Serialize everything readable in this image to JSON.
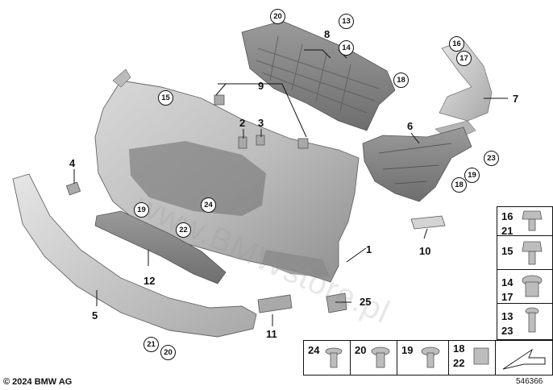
{
  "watermark": "www.BMWstore.pl",
  "copyright": "© 2024 BMW AG",
  "image_number": "546366",
  "callouts": {
    "c1": "1",
    "c2": "2",
    "c3": "3",
    "c4": "4",
    "c5": "5",
    "c6": "6",
    "c7": "7",
    "c8": "8",
    "c9": "9",
    "c10": "10",
    "c11": "11",
    "c12": "12",
    "c25": "25"
  },
  "circled": {
    "c20a": "20",
    "c13a": "13",
    "c14a": "14",
    "c18a": "18",
    "c16a": "16",
    "c17a": "17",
    "c15a": "15",
    "c24a": "24",
    "c19a": "19",
    "c22a": "22",
    "c18b": "18",
    "c19b": "19",
    "c23a": "23",
    "c21a": "21",
    "c20b": "20"
  },
  "legend": {
    "r1a": "16",
    "r1b": "21",
    "r2a": "15",
    "r3a": "14",
    "r3b": "17",
    "r4a": "13",
    "r4b": "23",
    "b24": "24",
    "b20": "20",
    "b19": "19",
    "b18": "18",
    "b22": "22"
  }
}
